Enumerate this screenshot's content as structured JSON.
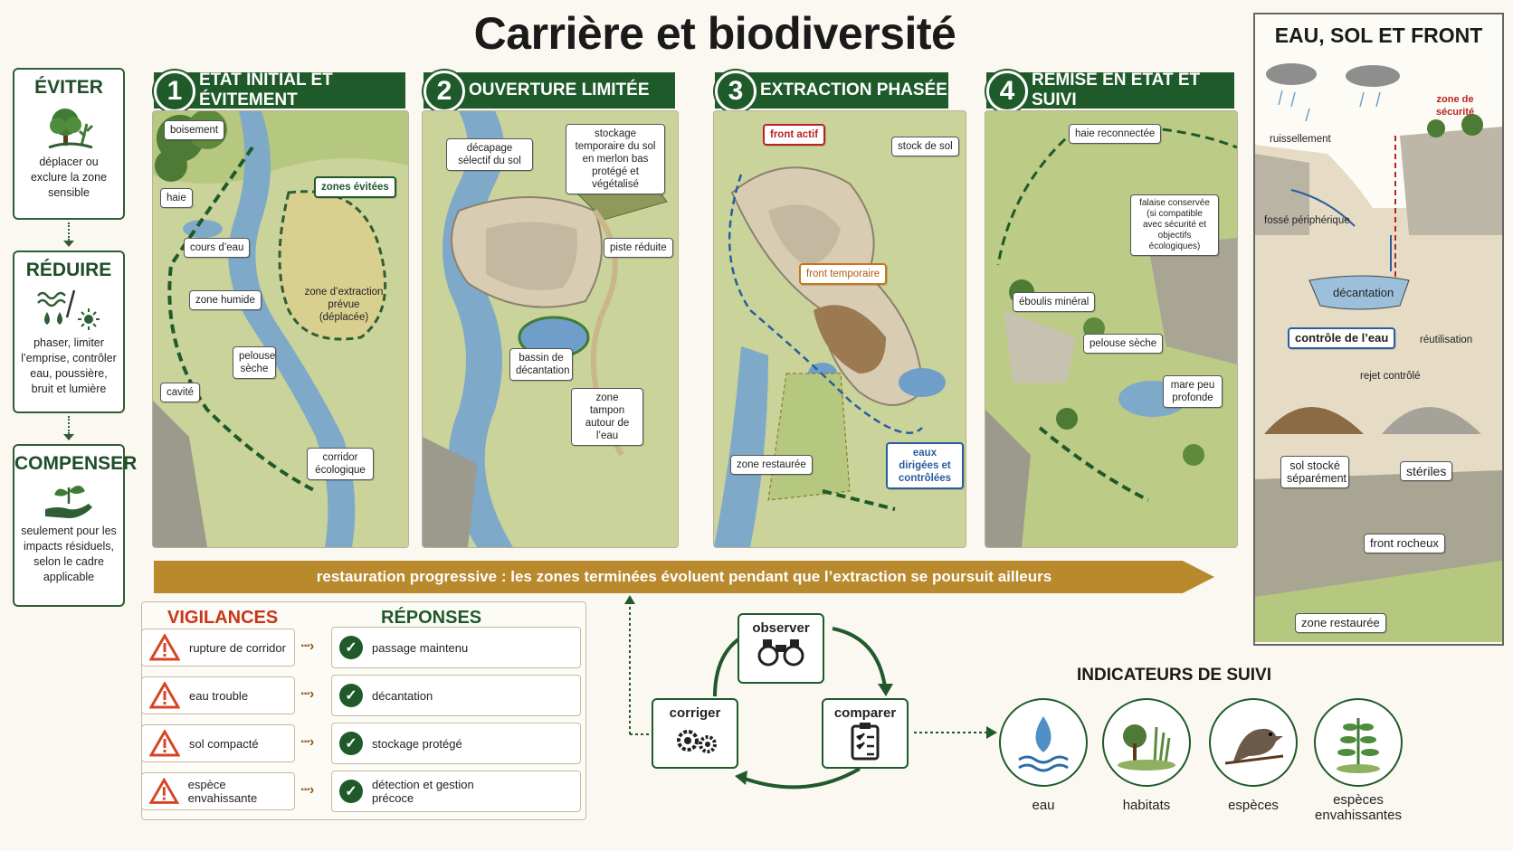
{
  "title": "Carrière et biodiversité",
  "strategy": [
    {
      "title": "ÉVITER",
      "text": "déplacer ou exclure la zone sensible"
    },
    {
      "title": "RÉDUIRE",
      "text": "phaser, limiter l’emprise, contrôler eau, poussière, bruit et lumière"
    },
    {
      "title": "COMPENSER",
      "text": "seulement pour les impacts résiduels, selon le cadre applicable"
    }
  ],
  "stages": [
    {
      "num": "1",
      "title": "ÉTAT INITIAL ET ÉVITEMENT",
      "labels": [
        "boisement",
        "haie",
        "cours d’eau",
        "zone humide",
        "pelouse sèche",
        "cavité",
        "zones évitées",
        "zone d’extraction prévue (déplacée)",
        "corridor écologique"
      ]
    },
    {
      "num": "2",
      "title": "OUVERTURE LIMITÉE",
      "labels": [
        "décapage sélectif du sol",
        "stockage temporaire du sol en merlon bas protégé et végétalisé",
        "piste réduite",
        "bassin de décantation",
        "zone tampon autour de l’eau"
      ]
    },
    {
      "num": "3",
      "title": "EXTRACTION PHASÉE",
      "labels": [
        "front actif",
        "stock de sol",
        "front temporaire",
        "zone restaurée",
        "eaux dirigées et contrôlées"
      ]
    },
    {
      "num": "4",
      "title": "REMISE EN ÉTAT ET SUIVI",
      "labels": [
        "haie reconnectée",
        "falaise conservée (si compatible avec sécurité et objectifs écologiques)",
        "éboulis minéral",
        "pelouse sèche",
        "mare peu profonde"
      ]
    }
  ],
  "progress_band": "restauration progressive : les zones terminées évoluent pendant que l’extraction se poursuit ailleurs",
  "side_panel": {
    "title": "EAU, SOL ET FRONT",
    "labels": [
      "zone de sécurité",
      "ruissellement",
      "fossé périphérique",
      "décantation",
      "contrôle de l’eau",
      "réutilisation",
      "rejet contrôlé",
      "sol stocké séparément",
      "stériles",
      "front rocheux",
      "zone restaurée"
    ]
  },
  "vigilances": {
    "title_left": "VIGILANCES",
    "title_right": "RÉPONSES",
    "rows": [
      {
        "risk": "rupture de corridor",
        "answer": "passage maintenu"
      },
      {
        "risk": "eau trouble",
        "answer": "décantation"
      },
      {
        "risk": "sol compacté",
        "answer": "stockage protégé"
      },
      {
        "risk": "espèce envahissante",
        "answer": "détection et gestion précoce"
      }
    ]
  },
  "cycle": {
    "observe": "observer",
    "compare": "comparer",
    "correct": "corriger"
  },
  "indicators": {
    "title": "INDICATEURS DE SUIVI",
    "items": [
      "eau",
      "habitats",
      "espèces",
      "espèces envahissantes"
    ]
  },
  "colors": {
    "green": "#1f5a2a",
    "ochre": "#b8892d",
    "water": "#6f9fc9",
    "alert": "#d64524"
  }
}
